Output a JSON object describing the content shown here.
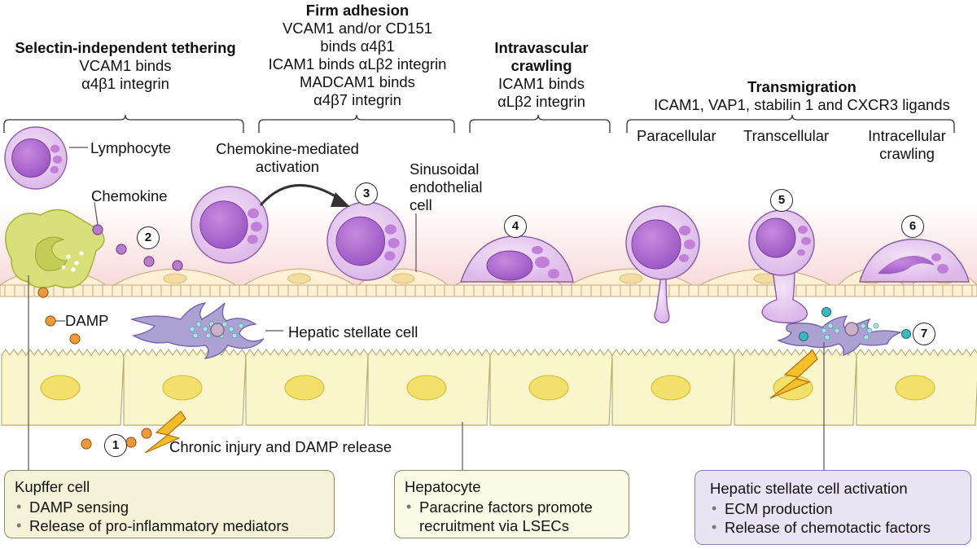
{
  "stages": [
    {
      "title": "Selectin-independent tethering",
      "lines": [
        "VCAM1 binds",
        "α4β1 integrin"
      ]
    },
    {
      "title": "Firm adhesion",
      "lines": [
        "VCAM1 and/or CD151",
        "binds α4β1",
        "ICAM1 binds αLβ2 integrin",
        "MADCAM1 binds",
        "α4β7 integrin"
      ]
    },
    {
      "title": "Intravascular crawling",
      "lines": [
        "ICAM1 binds",
        "αLβ2 integrin"
      ]
    },
    {
      "title": "Transmigration",
      "lines": [
        "ICAM1, VAP1, stabilin 1 and CXCR3 ligands"
      ]
    }
  ],
  "transmigration_modes": [
    "Paracellular",
    "Transcellular",
    "Intracellular crawling"
  ],
  "labels": {
    "lymphocyte": "Lymphocyte",
    "chemokine": "Chemokine",
    "chemokine_activation": "Chemokine-mediated activation",
    "sinusoidal_endothelial": "Sinusoidal endothelial cell",
    "damp": "DAMP",
    "hepatic_stellate": "Hepatic stellate cell",
    "chronic_injury": "Chronic injury and DAMP release"
  },
  "steps": [
    "1",
    "2",
    "3",
    "4",
    "5",
    "6",
    "7"
  ],
  "info_boxes": [
    {
      "title": "Kupffer cell",
      "items": [
        "DAMP sensing",
        "Release of pro-inflammatory mediators"
      ]
    },
    {
      "title": "Hepatocyte",
      "items": [
        "Paracrine factors promote recruitment via LSECs"
      ]
    },
    {
      "title": "Hepatic stellate cell activation",
      "items": [
        "ECM production",
        "Release of chemotactic factors"
      ]
    }
  ],
  "colors": {
    "lymphocyte_fill": "#e6c9ef",
    "nucleus": "#b06fcf",
    "hepatocyte": "#fbf5cc",
    "hepatocyte_nucleus": "#f2e06a",
    "endothelium": "#fdf0d5",
    "kupffer": "#d9e27e",
    "stellate": "#a89ccc",
    "damp": "#e8913a",
    "box_kupffer": "#f4f3d8",
    "box_hepatocyte": "#fbfbe6",
    "box_stellate": "#e8e4f4"
  }
}
